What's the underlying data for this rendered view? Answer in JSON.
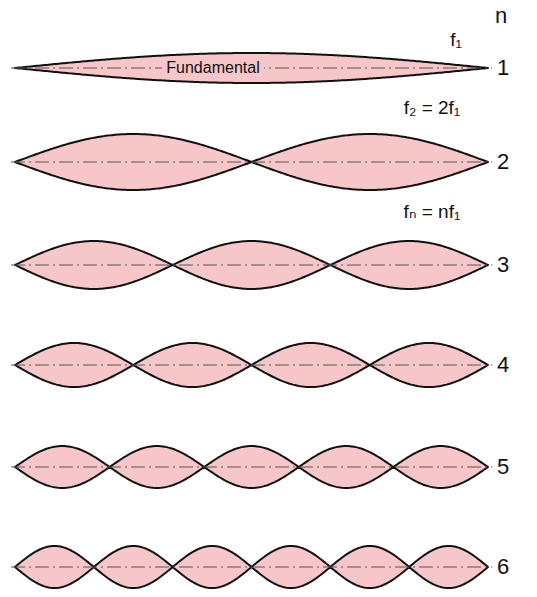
{
  "diagram": {
    "nodes": [
      {
        "text": [
          "Fundamental"
        ]
      }
    ],
    "labels": [
      "n",
      "f₁",
      "1",
      "f₂ = 2f₁",
      "2",
      "fₙ = nf₁",
      "3",
      "4",
      "5",
      "6"
    ]
  }
}
